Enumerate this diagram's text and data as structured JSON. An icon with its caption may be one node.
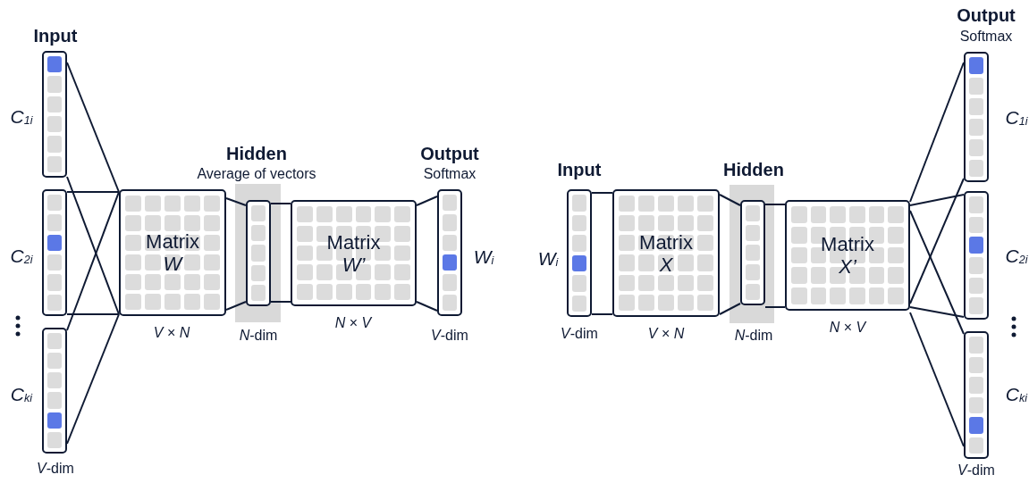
{
  "diagram": {
    "nodes": [
      {
        "text": [
          "Input"
        ],
        "beside": [
          "C$_{1i}$"
        ]
      },
      {
        "text": [],
        "shape": "bar",
        "beside": [
          "C$_{2i}$"
        ]
      },
      {
        "text": [],
        "shape": "bar",
        "beside": [
          "C$_{ki}$",
          "*V*-dim"
        ]
      },
      {
        "text": [
          "Matrix *W*"
        ],
        "beside": [
          "*V* × *N*"
        ]
      },
      {
        "text": [
          "Hidden",
          "Average of vectors"
        ],
        "beside": [
          "*N*-dim"
        ]
      },
      {
        "text": [],
        "shape": "bar",
        "in": 4
      },
      {
        "text": [
          "Matrix *W’*"
        ],
        "beside": [
          "*N* × *V*"
        ]
      },
      {
        "text": [
          "Output",
          "Softmax"
        ],
        "beside": [
          "W$_{i}$",
          "*V*-dim"
        ]
      },
      {
        "text": [
          "Input"
        ],
        "beside": [
          "W$_{i}$",
          "*V*-dim"
        ]
      },
      {
        "text": [
          "Matrix *X*"
        ],
        "beside": [
          "*V* × *N*"
        ]
      },
      {
        "text": [
          "Hidden"
        ],
        "beside": [
          "*N*-dim"
        ]
      },
      {
        "text": [],
        "shape": "bar",
        "in": 10
      },
      {
        "text": [
          "Matrix *X’*"
        ],
        "beside": [
          "*N* × *V*"
        ]
      },
      {
        "text": [
          "Output",
          "Softmax"
        ],
        "beside": [
          "C$_{1i}$"
        ]
      },
      {
        "text": [],
        "shape": "bar",
        "beside": [
          "C$_{2i}$"
        ]
      },
      {
        "text": [],
        "shape": "bar",
        "beside": [
          "C$_{ki}$",
          "*V*-dim"
        ]
      }
    ],
    "edges": [
      {
        "from": 0,
        "to": 3,
        "arrow": "none"
      },
      {
        "from": 0,
        "to": 3,
        "arrow": "none"
      },
      {
        "from": 1,
        "to": 3,
        "arrow": "none"
      },
      {
        "from": 1,
        "to": 3,
        "arrow": "none"
      },
      {
        "from": 2,
        "to": 3,
        "arrow": "none"
      },
      {
        "from": 2,
        "to": 3,
        "arrow": "none"
      },
      {
        "from": 3,
        "to": 5,
        "arrow": "none"
      },
      {
        "from": 3,
        "to": 5,
        "arrow": "none"
      },
      {
        "from": 5,
        "to": 6,
        "arrow": "none"
      },
      {
        "from": 5,
        "to": 6,
        "arrow": "none"
      },
      {
        "from": 6,
        "to": 7,
        "arrow": "none"
      },
      {
        "from": 6,
        "to": 7,
        "arrow": "none"
      },
      {
        "from": 8,
        "to": 9,
        "arrow": "none"
      },
      {
        "from": 8,
        "to": 9,
        "arrow": "none"
      },
      {
        "from": 9,
        "to": 11,
        "arrow": "none"
      },
      {
        "from": 9,
        "to": 11,
        "arrow": "none"
      },
      {
        "from": 11,
        "to": 12,
        "arrow": "none"
      },
      {
        "from": 11,
        "to": 12,
        "arrow": "none"
      },
      {
        "from": 12,
        "to": 13,
        "arrow": "none"
      },
      {
        "from": 12,
        "to": 13,
        "arrow": "none"
      },
      {
        "from": 12,
        "to": 14,
        "arrow": "none"
      },
      {
        "from": 12,
        "to": 14,
        "arrow": "none"
      },
      {
        "from": 12,
        "to": 15,
        "arrow": "none"
      },
      {
        "from": 12,
        "to": 15,
        "arrow": "none"
      }
    ]
  }
}
